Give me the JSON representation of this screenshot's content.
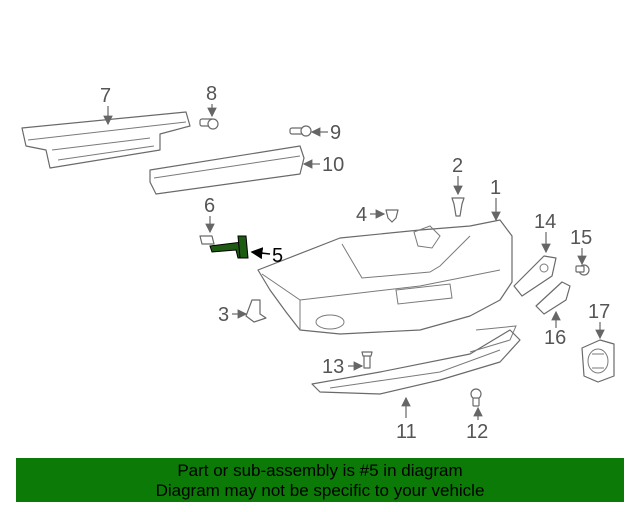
{
  "callouts": {
    "c1": "1",
    "c2": "2",
    "c3": "3",
    "c4": "4",
    "c5": "5",
    "c6": "6",
    "c7": "7",
    "c8": "8",
    "c9": "9",
    "c10": "10",
    "c11": "11",
    "c12": "12",
    "c13": "13",
    "c14": "14",
    "c15": "15",
    "c16": "16",
    "c17": "17"
  },
  "highlight": {
    "part_number": "5",
    "color": "#1d5a12"
  },
  "banner": {
    "line1": "Part or sub-assembly is #5 in diagram",
    "line2": "Diagram may not be specific to your vehicle",
    "background": "#0b7a06"
  }
}
